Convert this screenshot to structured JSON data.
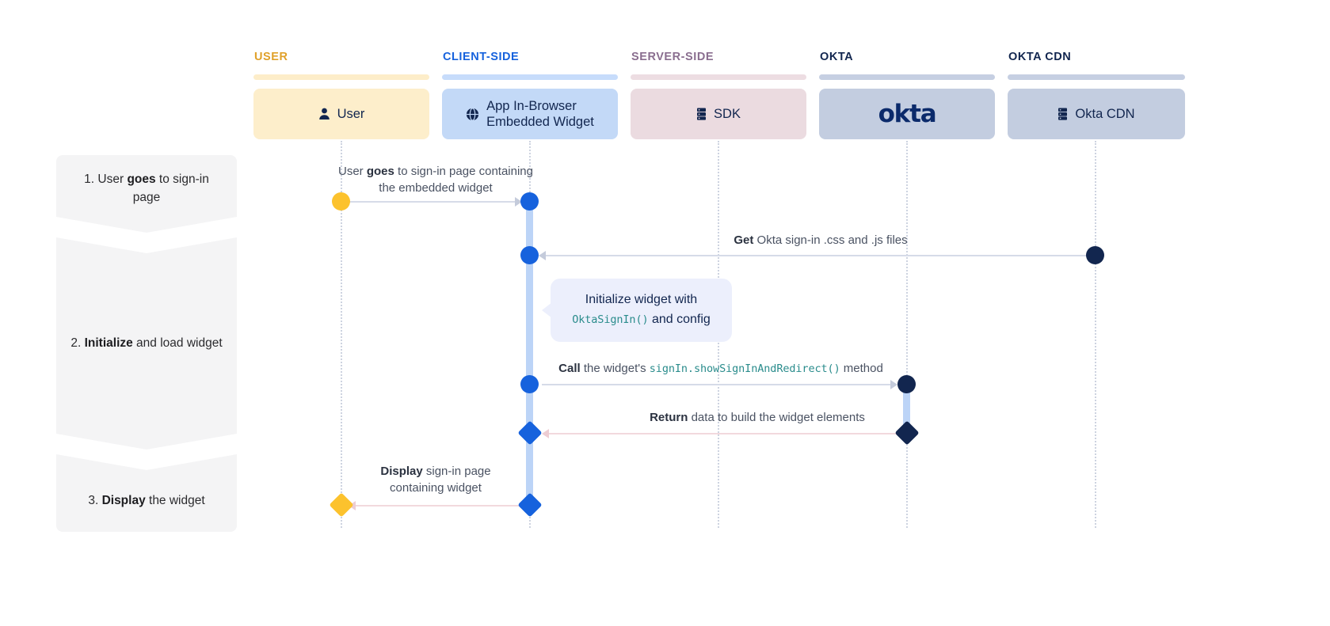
{
  "diagram": {
    "title": "Okta embedded widget sign-in sequence",
    "colors": {
      "user_accent": "#e0a12a",
      "client_accent": "#1662dd",
      "server_accent": "#8a6e8f",
      "okta_accent": "#0b2a6b",
      "code_teal": "#2a8c8c",
      "activation": "#bcd4f7",
      "note_bg": "#eceffc"
    }
  },
  "steps": [
    {
      "num": "1.",
      "prefix": "1. User ",
      "bold": "goes",
      "suffix": " to sign-in page"
    },
    {
      "num": "2.",
      "prefix": "2. ",
      "bold": "Initialize",
      "suffix": " and load widget"
    },
    {
      "num": "3.",
      "prefix": "3. ",
      "bold": "Display",
      "suffix": " the widget"
    }
  ],
  "lanes": [
    {
      "title": "USER",
      "node_label": "User",
      "icon": "person-icon"
    },
    {
      "title": "CLIENT-SIDE",
      "node_label": "App In-Browser\nEmbedded Widget",
      "icon": "globe-icon"
    },
    {
      "title": "SERVER-SIDE",
      "node_label": "SDK",
      "icon": "server-icon"
    },
    {
      "title": "OKTA",
      "node_label": "okta",
      "icon": "okta-wordmark"
    },
    {
      "title": "OKTA CDN",
      "node_label": "Okta CDN",
      "icon": "server-icon"
    }
  ],
  "messages": [
    {
      "id": "m1",
      "prefix": "User ",
      "bold": "goes",
      "suffix": " to sign-in page containing\nthe embedded widget"
    },
    {
      "id": "m2",
      "prefix": "",
      "bold": "Get",
      "suffix": " Okta sign-in .css and .js files"
    },
    {
      "id": "m3",
      "prefix": "",
      "bold": "Call",
      "mid": " the widget's ",
      "code": "signIn.showSignInAndRedirect()",
      "suffix": " method"
    },
    {
      "id": "m4",
      "prefix": "",
      "bold": "Return",
      "suffix": " data to build the widget elements"
    },
    {
      "id": "m5",
      "prefix": "",
      "bold": "Display",
      "suffix": " sign-in page\ncontaining widget"
    }
  ],
  "note": {
    "line1": "Initialize widget with",
    "code": "OktaSignIn()",
    "line2": " and config"
  }
}
